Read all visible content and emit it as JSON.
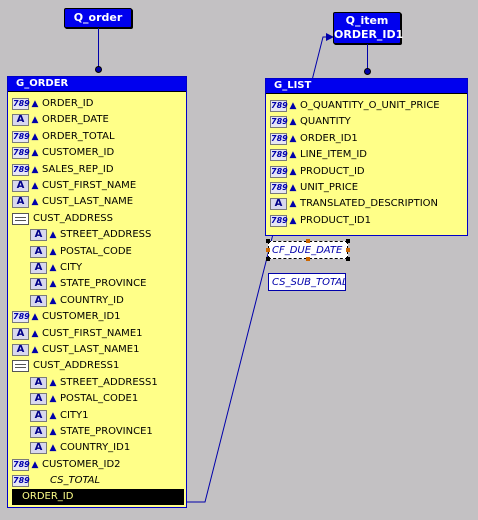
{
  "queries": {
    "q_order": {
      "label": "Q_order"
    },
    "q_item": {
      "label": "Q_item",
      "sub_label": "ORDER_ID1"
    }
  },
  "g_order": {
    "title": "G_ORDER",
    "rows": [
      {
        "icon": "number",
        "label": "ORDER_ID",
        "indent": 0
      },
      {
        "icon": "char",
        "label": "ORDER_DATE",
        "indent": 0
      },
      {
        "icon": "number",
        "label": "ORDER_TOTAL",
        "indent": 0
      },
      {
        "icon": "number",
        "label": "CUSTOMER_ID",
        "indent": 0
      },
      {
        "icon": "number",
        "label": "SALES_REP_ID",
        "indent": 0
      },
      {
        "icon": "char",
        "label": "CUST_FIRST_NAME",
        "indent": 0
      },
      {
        "icon": "char",
        "label": "CUST_LAST_NAME",
        "indent": 0
      },
      {
        "icon": "group",
        "label": "CUST_ADDRESS",
        "indent": 0
      },
      {
        "icon": "char",
        "label": "STREET_ADDRESS",
        "indent": 1
      },
      {
        "icon": "char",
        "label": "POSTAL_CODE",
        "indent": 1
      },
      {
        "icon": "char",
        "label": "CITY",
        "indent": 1
      },
      {
        "icon": "char",
        "label": "STATE_PROVINCE",
        "indent": 1
      },
      {
        "icon": "char",
        "label": "COUNTRY_ID",
        "indent": 1
      },
      {
        "icon": "number",
        "label": "CUSTOMER_ID1",
        "indent": 0
      },
      {
        "icon": "char",
        "label": "CUST_FIRST_NAME1",
        "indent": 0
      },
      {
        "icon": "char",
        "label": "CUST_LAST_NAME1",
        "indent": 0
      },
      {
        "icon": "group",
        "label": "CUST_ADDRESS1",
        "indent": 0
      },
      {
        "icon": "char",
        "label": "STREET_ADDRESS1",
        "indent": 1
      },
      {
        "icon": "char",
        "label": "POSTAL_CODE1",
        "indent": 1
      },
      {
        "icon": "char",
        "label": "CITY1",
        "indent": 1
      },
      {
        "icon": "char",
        "label": "STATE_PROVINCE1",
        "indent": 1
      },
      {
        "icon": "char",
        "label": "COUNTRY_ID1",
        "indent": 1
      },
      {
        "icon": "number",
        "label": "CUSTOMER_ID2",
        "indent": 0
      },
      {
        "icon": "number",
        "label": "CS_TOTAL",
        "indent": 0,
        "summary": true
      }
    ],
    "selected_row": "ORDER_ID"
  },
  "g_list": {
    "title": "G_LIST",
    "rows": [
      {
        "icon": "number",
        "label": "O_QUANTITY_O_UNIT_PRICE"
      },
      {
        "icon": "number",
        "label": "QUANTITY"
      },
      {
        "icon": "number",
        "label": "ORDER_ID1"
      },
      {
        "icon": "number",
        "label": "LINE_ITEM_ID"
      },
      {
        "icon": "number",
        "label": "PRODUCT_ID"
      },
      {
        "icon": "number",
        "label": "UNIT_PRICE"
      },
      {
        "icon": "char",
        "label": "TRANSLATED_DESCRIPTION"
      },
      {
        "icon": "number",
        "label": "PRODUCT_ID1"
      }
    ]
  },
  "formulas": {
    "cf_due_date": "CF_DUE_DATE",
    "cs_sub_total": "CS_SUB_TOTAL"
  },
  "icons": {
    "number": "789",
    "char": "A",
    "group": "group-icon",
    "arrow": "up-arrow-icon"
  },
  "colors": {
    "canvas": "#c3c1c3",
    "group_fill": "#ffff88",
    "header": "#0000ee",
    "link": "#0000aa"
  }
}
